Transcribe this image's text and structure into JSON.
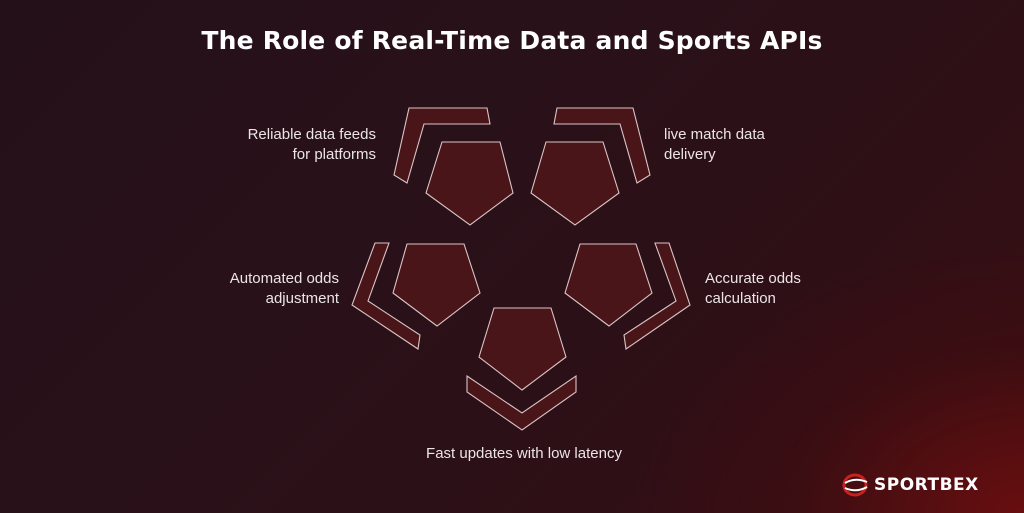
{
  "title": "The Role of Real-Time Data and Sports APIs",
  "labels": {
    "top_left": [
      "Reliable data feeds",
      "for platforms"
    ],
    "top_right": [
      "live match data",
      "delivery"
    ],
    "middle_left": [
      "Automated odds",
      "adjustment"
    ],
    "middle_right": [
      "Accurate odds",
      "calculation"
    ],
    "bottom": "Fast updates with low latency"
  },
  "brand": {
    "logo_text": "SPORTBEX",
    "logo_icon": "sportbex-ball-icon"
  },
  "colors": {
    "shape_fill": "#4a1518",
    "shape_stroke": "#d9c5c6",
    "accent": "#c8221f"
  }
}
